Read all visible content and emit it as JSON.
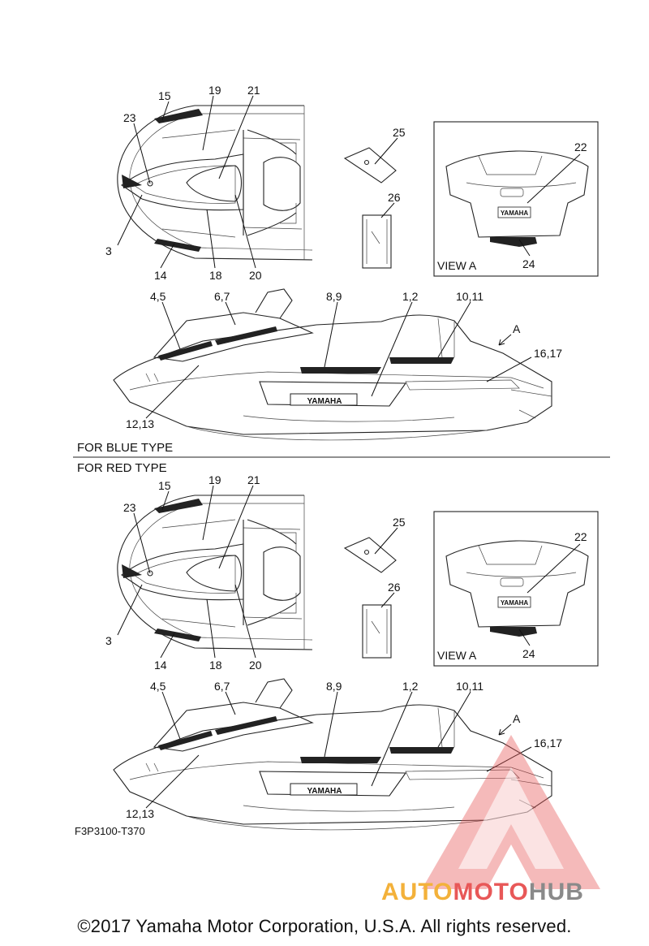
{
  "section_labels": {
    "blue": "FOR BLUE TYPE",
    "red": "FOR RED TYPE"
  },
  "view_label": "VIEW A",
  "arrow_label": "A",
  "decal_text": "YAMAHA",
  "drawing_code": "F3P3100-T370",
  "callouts": {
    "c15": "15",
    "c19": "19",
    "c21": "21",
    "c23": "23",
    "c3": "3",
    "c14": "14",
    "c18": "18",
    "c20": "20",
    "c25": "25",
    "c26": "26",
    "c22": "22",
    "c24": "24",
    "c45": "4,5",
    "c67": "6,7",
    "c89": "8,9",
    "c12": "1,2",
    "c1011": "10,11",
    "c1617": "16,17",
    "c1213": "12,13"
  },
  "copyright": "©2017 Yamaha Motor Corporation, U.S.A. All rights reserved.",
  "watermark": {
    "part1": "AUTO",
    "part2": "MOTO",
    "part3": "HUB",
    "colors": {
      "yellow": "#f3b13a",
      "red": "#e85858",
      "gray": "#8a8a8a"
    }
  }
}
